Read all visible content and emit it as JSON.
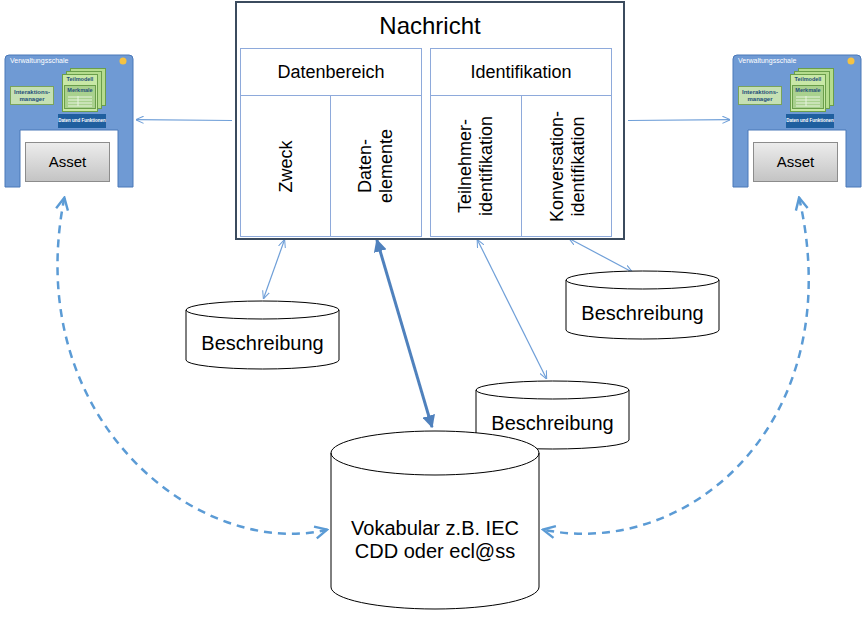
{
  "diagram": {
    "nodes": [
      {
        "text": [
          "Verwaltungsschale"
        ]
      },
      {
        "text": [
          "Interaktions- manager"
        ],
        "in": 0
      },
      {
        "text": [
          "Teilmodell"
        ],
        "in": 0
      },
      {
        "text": [
          "Merkmale"
        ],
        "in": 2
      },
      {
        "text": [
          "Daten und Funktionen"
        ],
        "in": 0
      },
      {
        "text": [
          "Asset"
        ],
        "in": 0
      },
      {
        "text": [
          "Nachricht"
        ]
      },
      {
        "text": [
          "Datenbereich"
        ],
        "in": 6
      },
      {
        "text": [
          "Zweck"
        ],
        "in": 7
      },
      {
        "text": [
          "Daten- elemente"
        ],
        "in": 7
      },
      {
        "text": [
          "Identifikation"
        ],
        "in": 6
      },
      {
        "text": [
          "Teilnehmer- identifikation"
        ],
        "in": 10
      },
      {
        "text": [
          "Konversation- identifikation"
        ],
        "in": 10
      },
      {
        "text": [
          "Verwaltungsschale"
        ]
      },
      {
        "text": [
          "Interaktions- manager"
        ],
        "in": 13
      },
      {
        "text": [
          "Teilmodell"
        ],
        "in": 13
      },
      {
        "text": [
          "Merkmale"
        ],
        "in": 15
      },
      {
        "text": [
          "Daten und Funktionen"
        ],
        "in": 13
      },
      {
        "text": [
          "Asset"
        ],
        "in": 13
      },
      {
        "text": [
          "Beschreibung"
        ]
      },
      {
        "text": [
          "Beschreibung"
        ]
      },
      {
        "text": [
          "Beschreibung"
        ]
      },
      {
        "text": [
          "Vokabular z.B. IEC CDD oder ecl@ss"
        ]
      }
    ],
    "edges": [
      {
        "from": 6,
        "to": 0,
        "arrow": "to"
      },
      {
        "from": 6,
        "to": 13,
        "arrow": "to"
      },
      {
        "from": 8,
        "to": 19,
        "arrow": "both"
      },
      {
        "from": 9,
        "to": 22,
        "arrow": "both"
      },
      {
        "from": 11,
        "to": 21,
        "arrow": "both"
      },
      {
        "from": 12,
        "to": 20,
        "arrow": "both"
      },
      {
        "from": 5,
        "to": 22,
        "arrow": "both"
      },
      {
        "from": 18,
        "to": 22,
        "arrow": "both"
      }
    ]
  }
}
